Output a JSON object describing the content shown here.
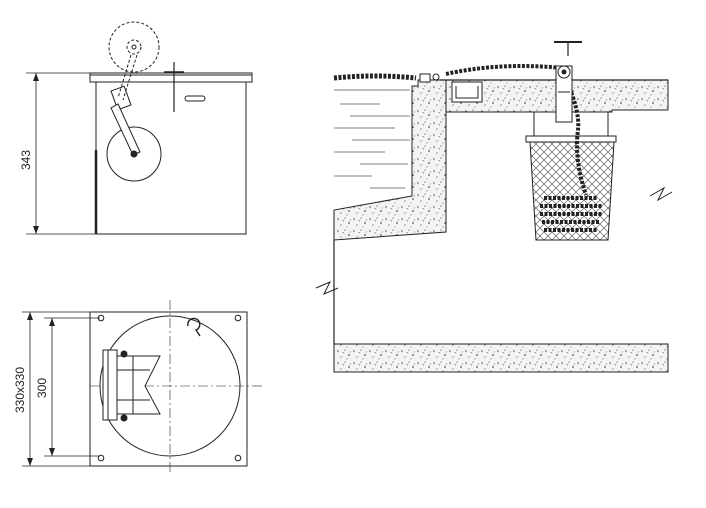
{
  "dimensions": {
    "height_label": "343",
    "outer_label": "330x330",
    "inner_label": "300"
  },
  "colors": {
    "line": "#222222",
    "water": "#555555",
    "concrete": "#666666"
  }
}
